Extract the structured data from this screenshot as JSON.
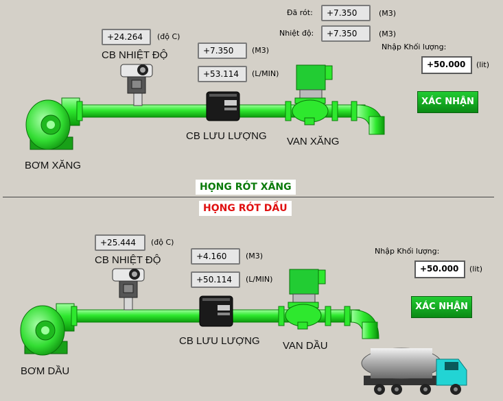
{
  "top": {
    "da_rot_label": "Đã rót:",
    "da_rot_value": "+7.350",
    "da_rot_unit": "(M3)",
    "nhiet_do_label": "Nhiệt độ:",
    "nhiet_do_value": "+7.350",
    "nhiet_do_unit": "(M3)",
    "nhap_label": "Nhập Khối lượng:",
    "nhap_value": "+50.000",
    "nhap_unit": "(lit)",
    "confirm_label": "XÁC NHẬN",
    "temp_value": "+24.264",
    "temp_unit": "(độ C)",
    "temp_sensor_label": "CB NHIỆT ĐỘ",
    "flow_volume": "+7.350",
    "flow_volume_unit": "(M3)",
    "flow_rate": "+53.114",
    "flow_rate_unit": "(L/MIN)",
    "flow_sensor_label": "CB LƯU LƯỢNG",
    "valve_label": "VAN XĂNG",
    "pump_label": "BƠM XĂNG"
  },
  "sections": {
    "top_title": "HỌNG RÓT XĂNG",
    "bottom_title": "HỌNG RÓT DẦU"
  },
  "bottom": {
    "temp_value": "+25.444",
    "temp_unit": "(độ C)",
    "temp_sensor_label": "CB NHIỆT ĐỘ",
    "flow_volume": "+4.160",
    "flow_volume_unit": "(M3)",
    "flow_rate": "+50.114",
    "flow_rate_unit": "(L/MIN)",
    "flow_sensor_label": "CB LƯU LƯỢNG",
    "valve_label": "VAN DẦU",
    "pump_label": "BƠM DẦU",
    "nhap_label": "Nhập Khối lượng:",
    "nhap_value": "+50.000",
    "nhap_unit": "(lit)",
    "confirm_label": "XÁC NHẬN"
  },
  "colors": {
    "pipe": "#33ee33",
    "top_title": "#0a7a0a",
    "bottom_title": "#e01010"
  }
}
